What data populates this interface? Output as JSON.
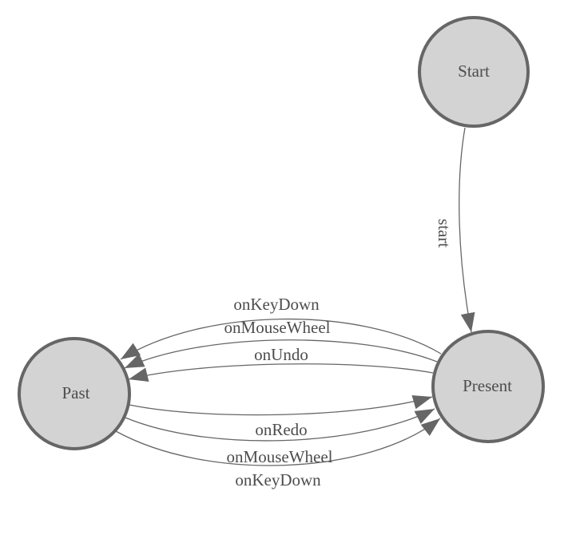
{
  "colors": {
    "background": "#ffffff",
    "node_fill": "#d3d3d3",
    "node_stroke": "#666666",
    "edge_stroke": "#666666",
    "arrow_fill": "#666666",
    "text": "#4d4d4d"
  },
  "nodes": [
    {
      "id": "start",
      "label": "Start"
    },
    {
      "id": "present",
      "label": "Present"
    },
    {
      "id": "past",
      "label": "Past"
    }
  ],
  "edges": [
    {
      "from": "Start",
      "to": "Present",
      "label": "start"
    },
    {
      "from": "Present",
      "to": "Past",
      "label": "onKeyDown"
    },
    {
      "from": "Present",
      "to": "Past",
      "label": "onMouseWheel"
    },
    {
      "from": "Present",
      "to": "Past",
      "label": "onUndo"
    },
    {
      "from": "Past",
      "to": "Present",
      "label": "onRedo"
    },
    {
      "from": "Past",
      "to": "Present",
      "label": "onMouseWheel"
    },
    {
      "from": "Past",
      "to": "Present",
      "label": "onKeyDown"
    }
  ]
}
